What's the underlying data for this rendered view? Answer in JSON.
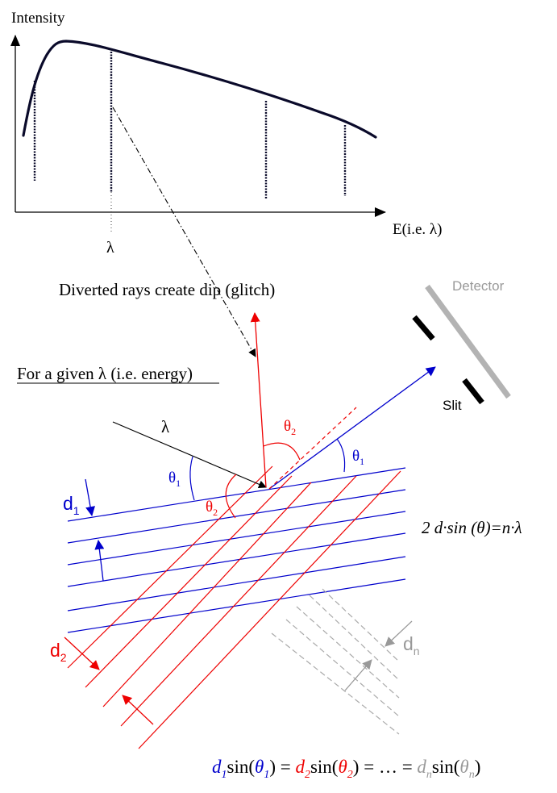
{
  "spectrum": {
    "y_axis_label": "Intensity",
    "x_axis_label": "E(i.e. λ)",
    "lambda_marker": "λ",
    "glitch_note": "Diverted rays create dip (glitch)"
  },
  "diffraction": {
    "heading": "For a given λ (i.e. energy)",
    "incident_label": "λ",
    "theta_symbol": "θ",
    "theta1_sub": "1",
    "theta2_sub": "2",
    "d1_main": "d",
    "d1_sub": "1",
    "d2_main": "d",
    "d2_sub": "2",
    "dn_main": "d",
    "dn_sub": "n",
    "detector_label": "Detector",
    "slit_label": "Slit",
    "bragg_equation": "2 d·sin (θ)=n·λ"
  },
  "equation_line": {
    "d": "d",
    "sin": "sin(",
    "close": ")",
    "theta": "θ",
    "eq": " = ",
    "ellipsis": "…",
    "sub1": "1",
    "sub2": "2",
    "subn": "n"
  },
  "colors": {
    "blue": "#0000cc",
    "red": "#ee0000",
    "gray": "#999999",
    "spectrum": "#0a0a2a"
  }
}
